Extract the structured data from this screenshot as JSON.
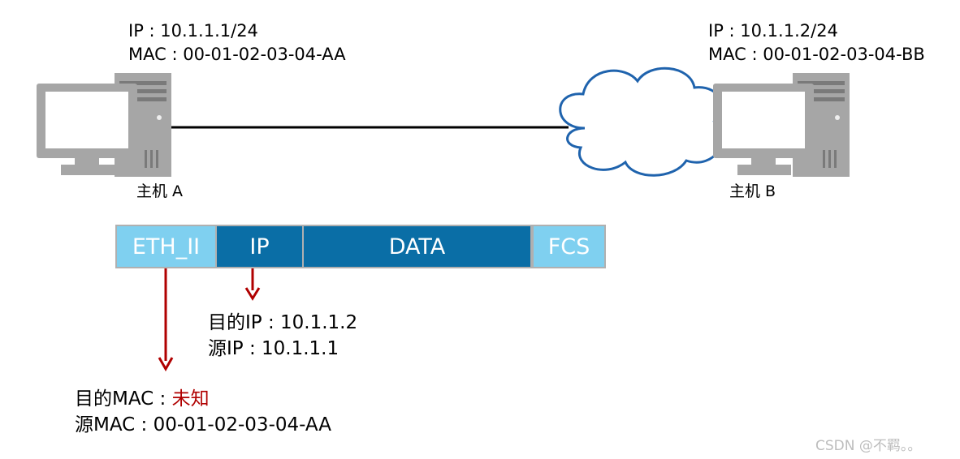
{
  "host_a": {
    "ip_line": "IP : 10.1.1.1/24",
    "mac_line": "MAC : 00-01-02-03-04-AA",
    "label": "主机 A"
  },
  "host_b": {
    "ip_line": "IP : 10.1.1.2/24",
    "mac_line": "MAC : 00-01-02-03-04-BB",
    "label": "主机 B"
  },
  "frame": {
    "fields": [
      "ETH_II",
      "IP",
      "DATA",
      "FCS"
    ]
  },
  "ip_header": {
    "dst_ip": "目的IP : 10.1.1.2",
    "src_ip": "源IP : 10.1.1.1"
  },
  "eth_header": {
    "dst_mac_prefix": "目的MAC : ",
    "dst_mac_value": "未知",
    "src_mac": "源MAC : 00-01-02-03-04-AA"
  },
  "watermark": "CSDN @不羁。。",
  "colors": {
    "light_blue": "#7fd0f0",
    "dark_blue": "#0a6ea6",
    "arrow_red": "#b00000",
    "cloud_stroke": "#1f63ad",
    "computer_gray": "#a6a6a6"
  },
  "icons": [
    "computer-icon",
    "cloud-icon"
  ]
}
